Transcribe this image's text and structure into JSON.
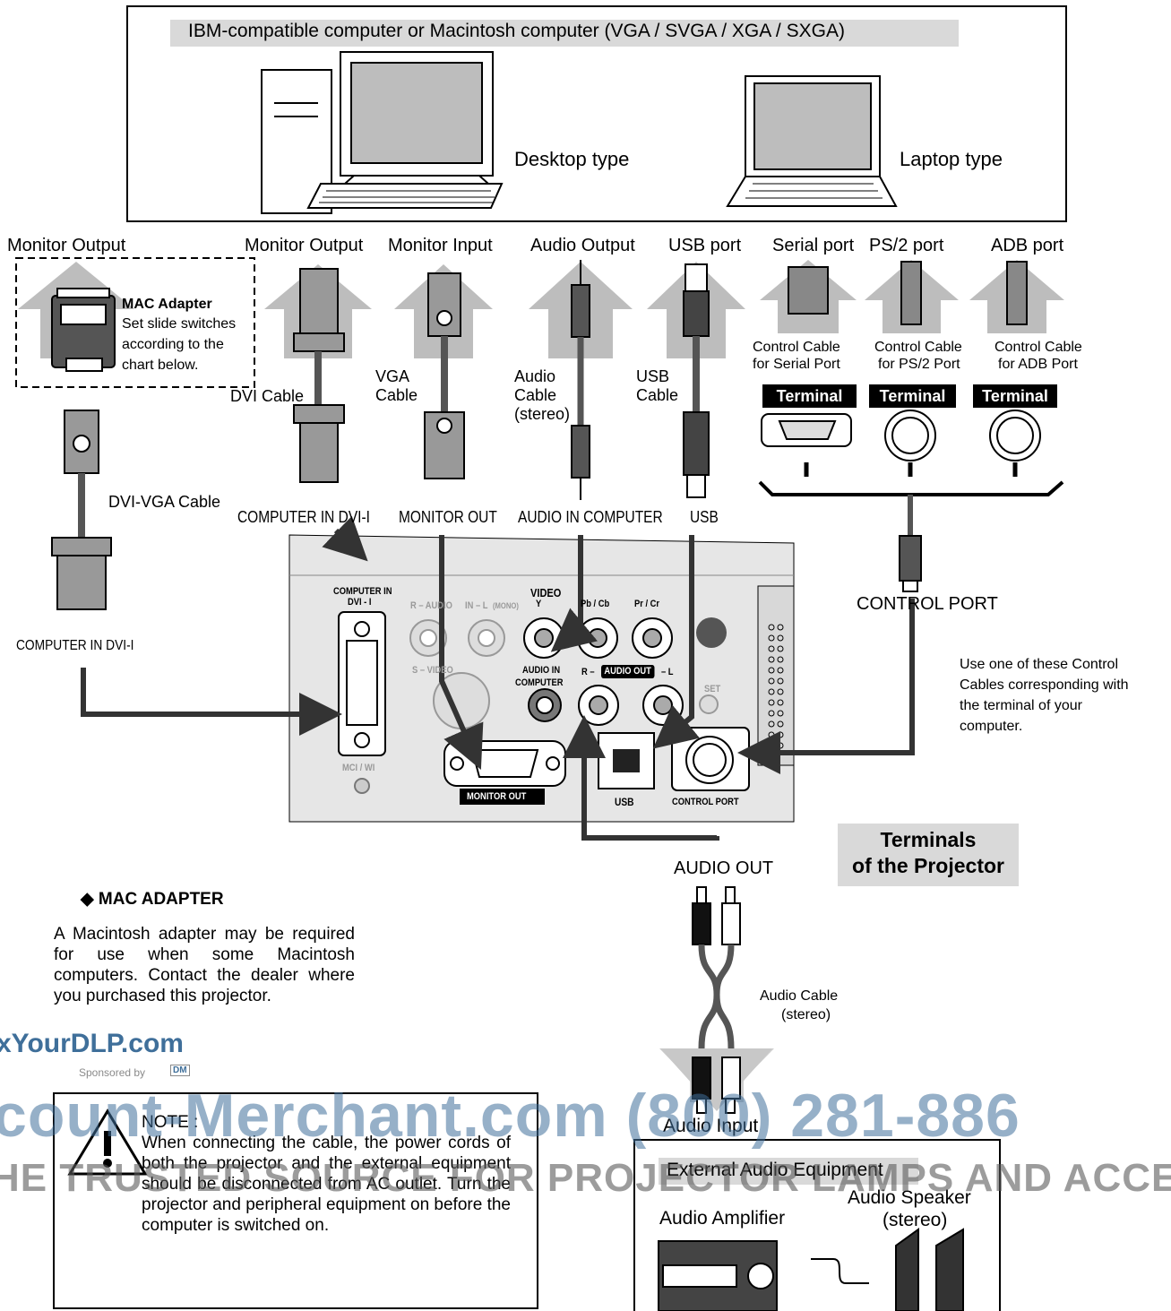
{
  "header": {
    "computer_title": "IBM-compatible computer or Macintosh computer (VGA / SVGA / XGA / SXGA)",
    "desktop_label": "Desktop type",
    "laptop_label": "Laptop type"
  },
  "outputs": {
    "monitor_output_1": "Monitor Output",
    "monitor_output_2": "Monitor Output",
    "monitor_input": "Monitor Input",
    "audio_output": "Audio Output",
    "usb_port": "USB port",
    "serial_port": "Serial port",
    "ps2_port": "PS/2 port",
    "adb_port": "ADB port"
  },
  "mac_adapter": {
    "title": "MAC Adapter",
    "line1": "Set slide switches",
    "line2": "according to the",
    "line3": "chart below."
  },
  "cables": {
    "dvi_cable": "DVI Cable",
    "vga_cable_1": "VGA",
    "vga_cable_2": "Cable",
    "audio_cable_1": "Audio",
    "audio_cable_2": "Cable",
    "audio_cable_3": "(stereo)",
    "usb_cable_1": "USB",
    "usb_cable_2": "Cable",
    "dvi_vga_cable": "DVI-VGA Cable",
    "ctrl_serial_1": "Control Cable",
    "ctrl_serial_2": "for Serial Port",
    "ctrl_ps2_1": "Control Cable",
    "ctrl_ps2_2": "for PS/2 Port",
    "ctrl_adb_1": "Control Cable",
    "ctrl_adb_2": "for ADB Port",
    "terminal_1": "Terminal",
    "terminal_2": "Terminal",
    "terminal_3": "Terminal"
  },
  "connectors": {
    "computer_in_dvi_1": "COMPUTER IN DVI-I",
    "monitor_out": "MONITOR OUT",
    "audio_in_computer": "AUDIO IN COMPUTER",
    "usb": "USB",
    "computer_in_dvi_2": "COMPUTER IN DVI-I",
    "control_port": "CONTROL PORT"
  },
  "control_note": {
    "line1": "Use one of these Control",
    "line2": "Cables corresponding with",
    "line3": "the terminal of your",
    "line4": "computer."
  },
  "panel": {
    "computer_in": "COMPUTER IN",
    "dvi_i": "DVI - I",
    "r_audio": "R – AUDIO",
    "in_l": "IN – L",
    "mono": "(MONO)",
    "video": "VIDEO",
    "y": "Y",
    "pb_cb": "Pb / Cb",
    "pr_cr": "Pr / Cr",
    "s_video": "S – VIDEO",
    "audio_in": "AUDIO IN",
    "computer": "COMPUTER",
    "r_minus": "R –",
    "audio_out": "AUDIO OUT",
    "minus_l": "– L",
    "set": "SET",
    "mci_wi": "MCI / WI",
    "monitor_out": "MONITOR OUT",
    "usb": "USB",
    "control_port": "CONTROL PORT"
  },
  "terminals_title_1": "Terminals",
  "terminals_title_2": "of the Projector",
  "audio_out_label": "AUDIO OUT",
  "audio_cable_1": "Audio Cable",
  "audio_cable_2": "(stereo)",
  "audio_input": "Audio Input",
  "external": {
    "title": "External Audio Equipment",
    "amplifier": "Audio Amplifier",
    "speaker_1": "Audio Speaker",
    "speaker_2": "(stereo)"
  },
  "mac_section": {
    "heading": "◆ MAC ADAPTER",
    "body": "A Macintosh adapter may be required for use when some Macintosh computers. Contact the dealer where you purchased this projector."
  },
  "note": {
    "title": "NOTE :",
    "body": "When connecting the cable, the power cords of both the projector and the external equipment should be disconnected from AC outlet.  Turn the projector and peripheral equipment on before the computer is switched on."
  },
  "watermark": {
    "site": "xYourDLP.com",
    "sponsor": "Sponsored by",
    "sponsor_logo": "DM",
    "merchant": "count-Merchant.com (800) 281-886",
    "tagline": "HE TRUSTED SOURCE FOR PROJECTOR LAMPS AND ACCESSORIES"
  },
  "colors": {
    "arrow_grey": "#bdbdbd",
    "panel_grey": "#e6e6e6",
    "title_grey": "#d9d9d9",
    "cable_dark": "#333333",
    "watermark_blue": "#3f6f9a",
    "watermark_grey": "#8a8a8a"
  },
  "icons": [
    "desktop-computer-icon",
    "laptop-computer-icon",
    "mac-adapter-icon",
    "warning-icon",
    "amplifier-icon",
    "speaker-icon"
  ]
}
